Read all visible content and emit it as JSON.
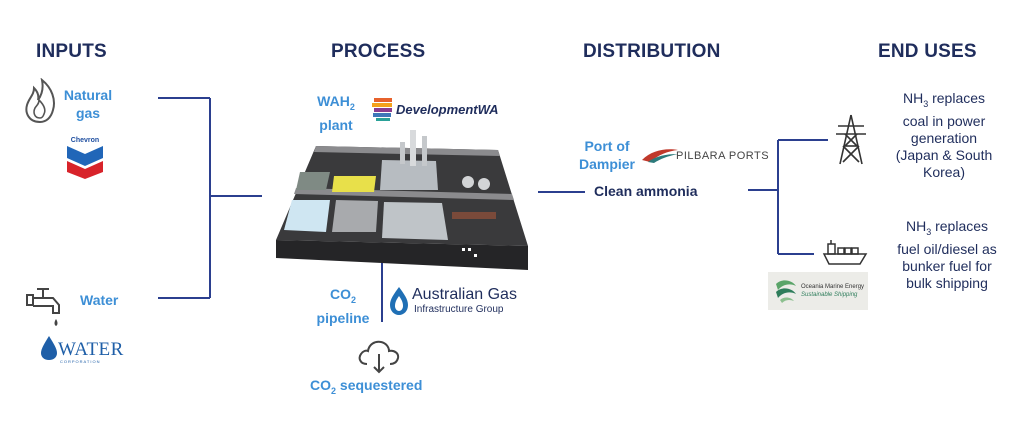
{
  "headers": {
    "inputs": "INPUTS",
    "process": "PROCESS",
    "distribution": "DISTRIBUTION",
    "end_uses": "END USES"
  },
  "inputs": {
    "natural_gas_line1": "Natural",
    "natural_gas_line2": "gas",
    "chevron_logo": "Chevron",
    "water": "Water",
    "water_corp_logo": "WATER",
    "water_corp_sub": "CORPORATION"
  },
  "process": {
    "plant_label_pre": "WAH",
    "plant_label_sub": "2",
    "plant_label_line2": "plant",
    "devwa_logo": "DevelopmentWA",
    "co2_pre": "CO",
    "co2_sub": "2",
    "co2_pipeline": "pipeline",
    "agig_line1": "Australian Gas",
    "agig_line2": "Infrastructure Group",
    "sequestered_pre": "CO",
    "sequestered_sub": "2",
    "sequestered_post": " sequestered"
  },
  "distribution": {
    "port_line1": "Port of",
    "port_line2": "Dampier",
    "pilbara_logo": "PILBARA PORTS",
    "clean_ammonia": "Clean ammonia"
  },
  "end_uses": {
    "use1": {
      "nh": "NH",
      "sub": "3",
      "rest1": " replaces",
      "line2": "coal in power",
      "line3": "generation",
      "line4": "(Japan & South",
      "line5": "Korea)"
    },
    "use2": {
      "nh": "NH",
      "sub": "3",
      "rest1": " replaces",
      "line2": "fuel oil/diesel as",
      "line3": "bunker fuel for",
      "line4": "bulk shipping"
    },
    "oceania_line1": "Oceania Marine Energy",
    "oceania_line2": "Sustainable Shipping"
  },
  "colors": {
    "navy": "#1f2d5c",
    "blue": "#3d8fd6",
    "connector": "#2b3f8f"
  }
}
